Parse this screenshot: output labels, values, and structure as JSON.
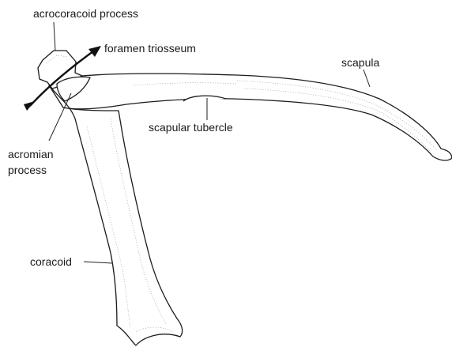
{
  "labels": {
    "acrocoracoid": "acrocoracoid process",
    "foramen": "foramen triosseum",
    "scapula": "scapula",
    "tubercle": "scapular tubercle",
    "acromian_line1": "acromian",
    "acromian_line2": "process",
    "coracoid": "coracoid"
  }
}
